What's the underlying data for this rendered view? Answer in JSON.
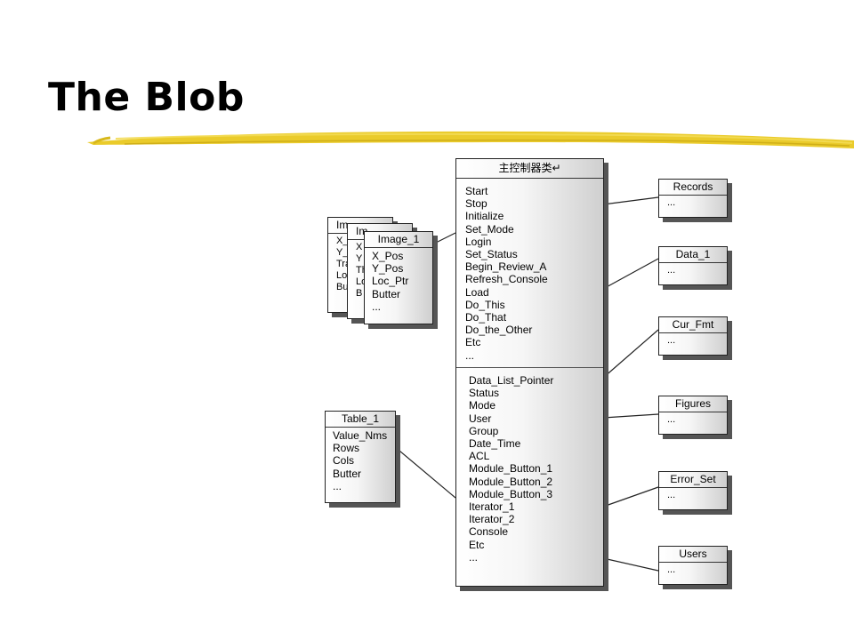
{
  "slide": {
    "title": "The Blob"
  },
  "main_class": {
    "name": "主控制器类↵",
    "operations": [
      "Start",
      "Stop",
      "Initialize",
      "Set_Mode",
      "Login",
      "Set_Status",
      "Begin_Review_A",
      "Refresh_Console",
      "Load",
      "Do_This",
      "Do_That",
      "Do_the_Other",
      "Etc",
      "..."
    ],
    "attributes": [
      "Data_List_Pointer",
      "Status",
      "Mode",
      "User",
      "Group",
      "Date_Time",
      "ACL",
      "Module_Button_1",
      "Module_Button_2",
      "Module_Button_3",
      "Iterator_1",
      "Iterator_2",
      "Console",
      "Etc",
      "..."
    ]
  },
  "image_stack": {
    "back_partial": {
      "header": "Im",
      "items": [
        "X_",
        "Y_",
        "Tra",
        "Lo",
        "Bu"
      ]
    },
    "middle_partial": {
      "header": "Im",
      "items": [
        "X",
        "Y",
        "Th",
        "Lo",
        "B"
      ]
    },
    "front": {
      "name": "Image_1",
      "items": [
        "X_Pos",
        "Y_Pos",
        "Loc_Ptr",
        "Butter",
        "..."
      ]
    }
  },
  "table_class": {
    "name": "Table_1",
    "items": [
      "Value_Nms",
      "Rows",
      "Cols",
      "Butter",
      "..."
    ]
  },
  "right_classes": [
    {
      "name": "Records",
      "items": [
        "..."
      ]
    },
    {
      "name": "Data_1",
      "items": [
        "..."
      ]
    },
    {
      "name": "Cur_Fmt",
      "items": [
        "..."
      ]
    },
    {
      "name": "Figures",
      "items": [
        "..."
      ]
    },
    {
      "name": "Error_Set",
      "items": [
        "..."
      ]
    },
    {
      "name": "Users",
      "items": [
        "..."
      ]
    }
  ],
  "colors": {
    "title_stroke": "#e6c51e",
    "box_border": "#222222",
    "shadow": "#555555"
  }
}
